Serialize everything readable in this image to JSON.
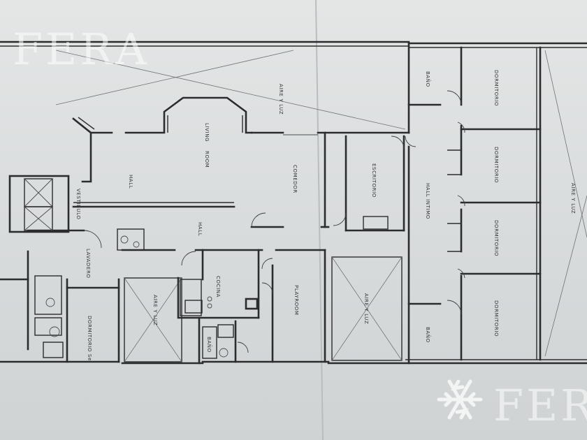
{
  "watermark": {
    "top_text": "FERA",
    "bottom_text": "FERA",
    "logo": "snowflake-logo"
  },
  "rooms": {
    "aire_luz_top": "AIRE Y LUZ",
    "aire_luz_right": "AIRE Y LUZ",
    "aire_luz_center": "AIRE Y LUZ",
    "aire_luz_left": "AIRE Y LUZ",
    "living_a": "LIVING",
    "living_b": "ROOM",
    "hall_left": "HALL",
    "hall_center": "HALL",
    "hall_intimo": "HALL INTIMO",
    "vestibulo": "VESTIBULO",
    "comedor": "COMEDOR",
    "escritorio": "ESCRITORIO",
    "bano_top": "BAÑO",
    "bano_bottom": "BAÑO",
    "bano_service": "BAÑO",
    "dormitorio_1": "DORMITORIO",
    "dormitorio_2": "DORMITORIO",
    "dormitorio_3": "DORMITORIO",
    "dormitorio_4": "DORMITORIO",
    "dormitorio_serv": "DORMITORIO Se",
    "lavadero": "LAVADERO",
    "cocina": "COCINA",
    "playroom": "PLAYROOM"
  }
}
